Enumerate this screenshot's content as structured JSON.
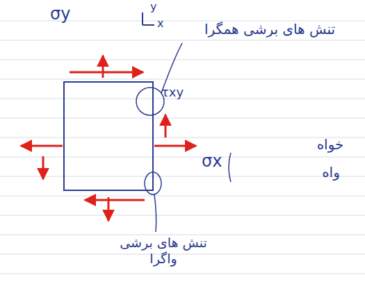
{
  "diagram": {
    "labels": [
      "σy",
      "y",
      "x",
      "τxy",
      "σx",
      "تنش های برشی همگرا",
      "تنش های برشی واگرا",
      "خواه",
      "واه"
    ]
  }
}
